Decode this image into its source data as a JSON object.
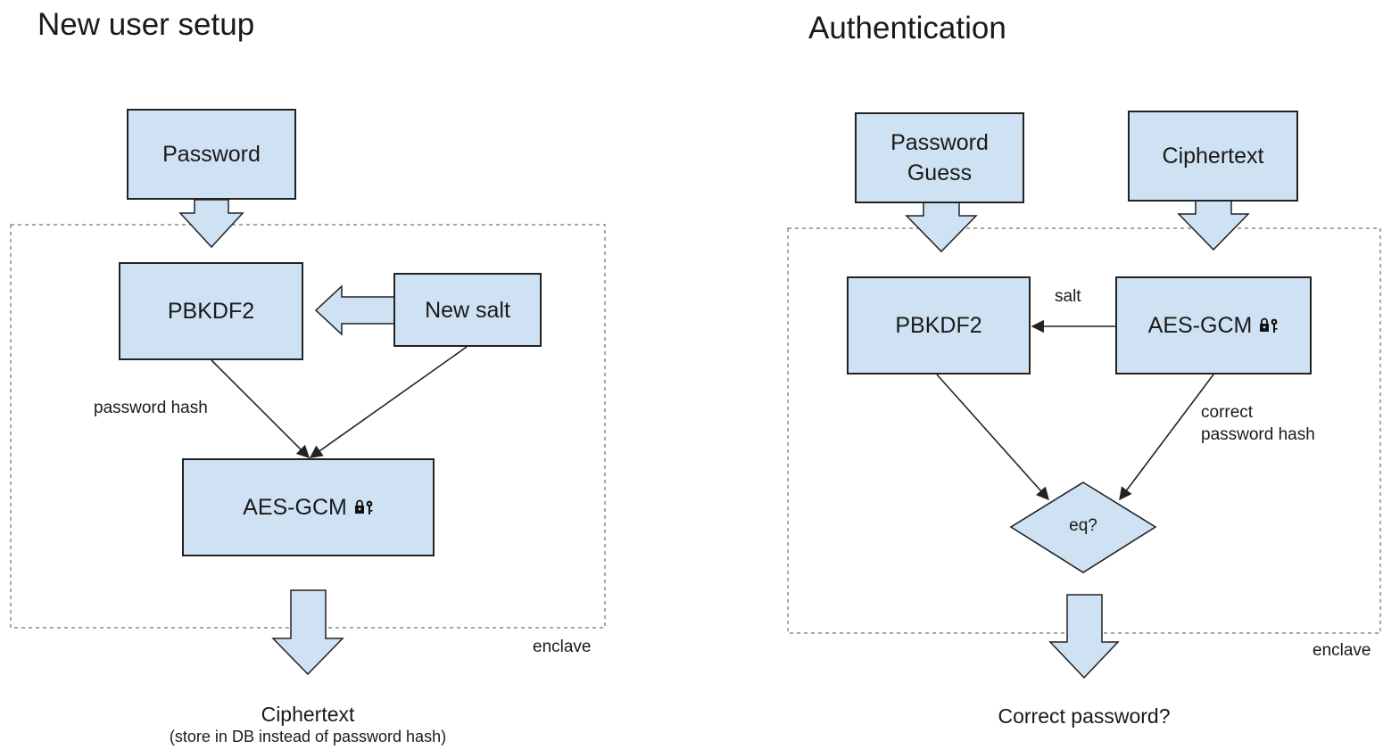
{
  "setup": {
    "title": "New user setup",
    "password": "Password",
    "pbkdf2": "PBKDF2",
    "new_salt": "New salt",
    "aes_gcm": "AES-GCM",
    "password_hash_label": "password hash",
    "enclave_label": "enclave",
    "output_title": "Ciphertext",
    "output_note": "(store in DB instead of password hash)"
  },
  "auth": {
    "title": "Authentication",
    "password_guess": "Password\nGuess",
    "ciphertext": "Ciphertext",
    "pbkdf2": "PBKDF2",
    "aes_gcm": "AES-GCM",
    "salt_label": "salt",
    "correct_hash_label": "correct\npassword hash",
    "compare": "eq?",
    "enclave_label": "enclave",
    "output_title": "Correct password?"
  },
  "icons": {
    "key": "lock-key-icon"
  },
  "colors": {
    "box_fill": "#cfe2f3",
    "border": "#222222",
    "enclave_border": "#8a8a8a"
  }
}
